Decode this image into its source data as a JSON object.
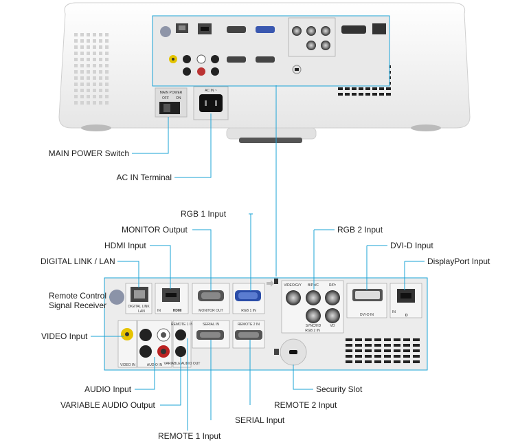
{
  "labels": {
    "main_power_switch": "MAIN POWER Switch",
    "ac_in_terminal": "AC IN Terminal",
    "rgb1_input": "RGB 1 Input",
    "monitor_output": "MONITOR Output",
    "hdmi_input": "HDMI Input",
    "digital_link_lan": "DIGITAL LINK / LAN",
    "remote_control_receiver_line1": "Remote Control",
    "remote_control_receiver_line2": "Signal Receiver",
    "video_input": "VIDEO Input",
    "audio_input": "AUDIO Input",
    "variable_audio_output": "VARIABLE AUDIO Output",
    "remote1_input": "REMOTE 1 Input",
    "rgb2_input": "RGB 2 Input",
    "dvi_d_input": "DVI-D Input",
    "displayport_input": "DisplayPort Input",
    "security_slot": "Security Slot",
    "remote2_input": "REMOTE 2 Input",
    "serial_input": "SERIAL Input"
  },
  "panel_text": {
    "digital_link": "DIGITAL LINK",
    "lan": "LAN",
    "hdmi": "HDMI",
    "in": "IN",
    "monitor_out": "MONITOR OUT",
    "rgb1_in": "RGB 1 IN",
    "video_g_y": "VIDEO/G/Y",
    "b_pb_cb": "B/Pb/C",
    "r_pr": "R/Pr",
    "sync_hd": "SYNC/HD",
    "vd": "VD",
    "rgb2_in": "RGB 2 IN",
    "dvi_d_in": "DVI-D IN",
    "video_in": "VIDEO IN",
    "audio_in": "AUDIO IN",
    "remote1_in": "REMOTE 1 IN",
    "variable_audio_out": "VARIABLE AUDIO OUT",
    "serial_in": "SERIAL IN",
    "remote2_in": "REMOTE 2 IN",
    "main_power": "MAIN POWER",
    "off": "OFF",
    "on": "ON",
    "ac_in": "AC IN ~"
  },
  "colors": {
    "leader_line": "#1aa3d6",
    "panel_outline": "#1aa3d6",
    "panel_fill": "#ececec",
    "projector_body": "#f4f4f4"
  }
}
